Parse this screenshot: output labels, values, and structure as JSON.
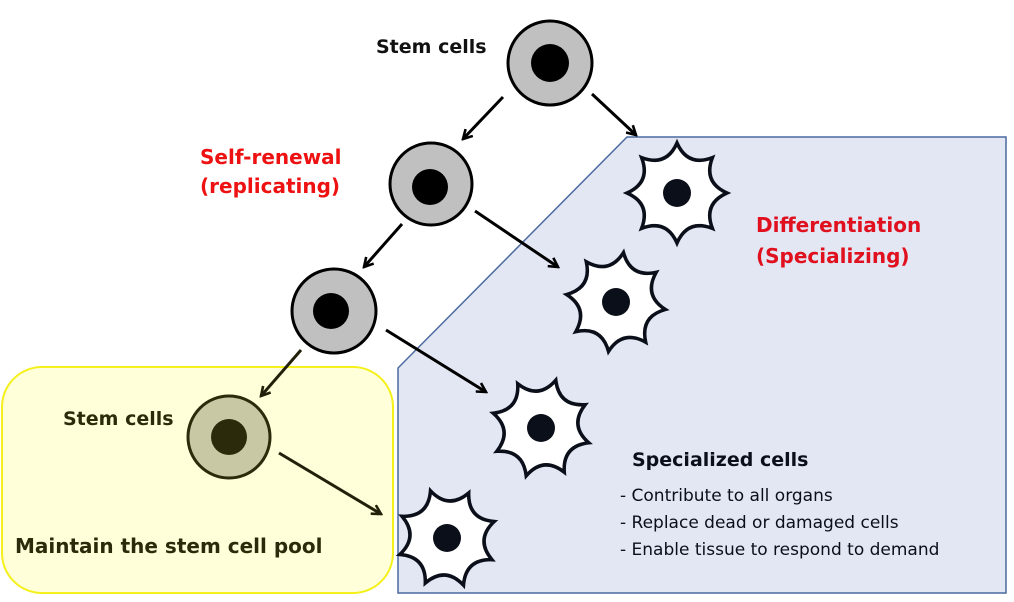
{
  "labels": {
    "top_stem": "Stem cells",
    "self_renewal_line1": "Self-renewal",
    "self_renewal_line2": "(replicating)",
    "differentiation_line1": "Differentiation",
    "differentiation_line2": "(Specializing)",
    "pool_stem": "Stem cells",
    "pool_caption": "Maintain the stem cell pool",
    "specialized_title": "Specialized cells",
    "specialized_points": [
      "- Contribute to all organs",
      "- Replace dead or damaged cells",
      "- Enable tissue to respond to demand"
    ]
  },
  "colors": {
    "stem_cell_fill": "#c0c0c0",
    "pool_cell_fill": "#c8c8a4",
    "pool_box_fill": "#ffffd9",
    "pool_box_border": "#f5f01c",
    "specialized_region_fill": "#e2e7f3",
    "specialized_region_border": "#4a6aa0",
    "renewal_text": "#ee1111",
    "differentiation_text": "#e0101f"
  }
}
